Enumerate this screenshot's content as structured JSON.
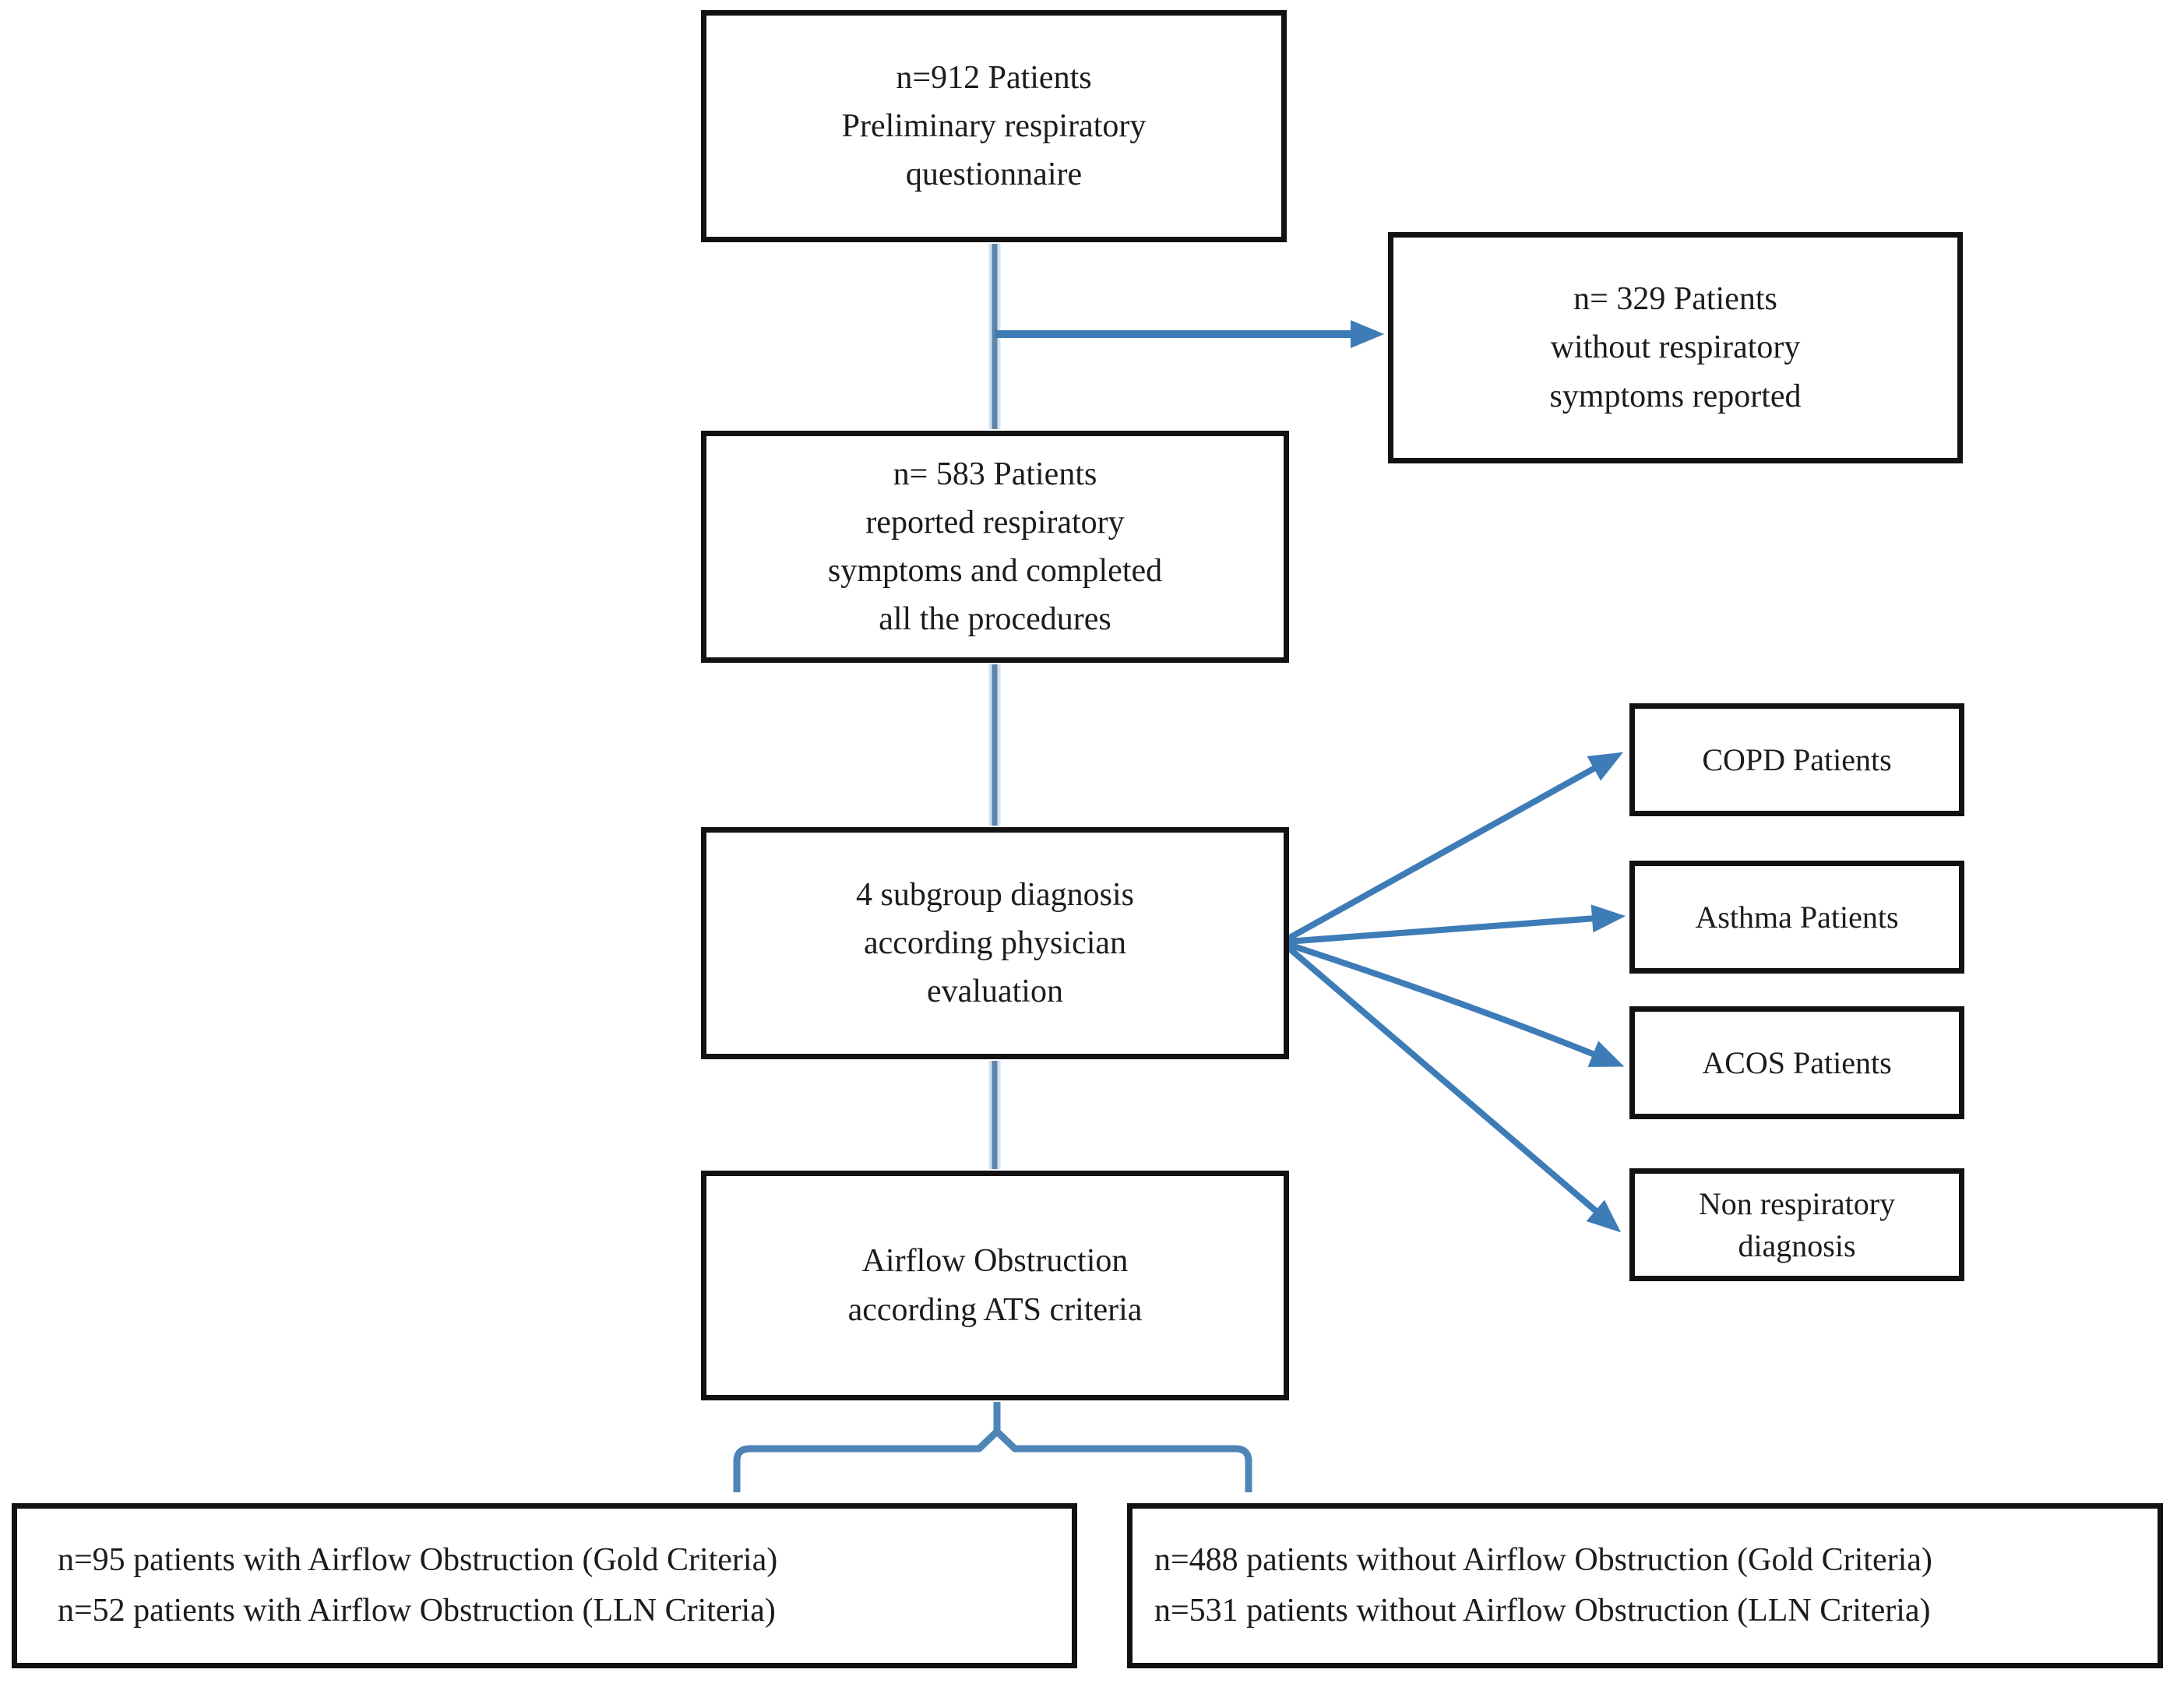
{
  "diagram": {
    "type": "flowchart",
    "background_color": "#ffffff",
    "colors": {
      "box_border": "#121212",
      "text": "#1c1c1c",
      "arrow_blue": "#3e7cb8",
      "plain_line_blue": "#5f86a9",
      "line_halo_blue": "#d3e3f2"
    },
    "nodes": {
      "questionnaire": {
        "text": "n=912 Patients\nPreliminary respiratory\nquestionnaire"
      },
      "no_symptoms": {
        "text": "n= 329 Patients\nwithout respiratory\nsymptoms reported"
      },
      "symptoms_completed": {
        "text": "n= 583 Patients\nreported respiratory\nsymptoms and completed\nall the procedures"
      },
      "subgroup_diagnosis": {
        "text": "4 subgroup diagnosis\naccording physician\nevaluation"
      },
      "copd": {
        "text": "COPD Patients"
      },
      "asthma": {
        "text": "Asthma Patients"
      },
      "acos": {
        "text": "ACOS Patients"
      },
      "non_respiratory": {
        "text": "Non respiratory\ndiagnosis"
      },
      "airflow_ats": {
        "text": "Airflow Obstruction\naccording ATS criteria"
      },
      "with_obstruction": {
        "text": "n=95 patients with Airflow Obstruction (Gold Criteria)\nn=52 patients with Airflow Obstruction (LLN Criteria)"
      },
      "without_obstruction": {
        "text": "n=488 patients without Airflow Obstruction (Gold Criteria)\nn=531 patients without Airflow Obstruction (LLN Criteria)"
      }
    },
    "edges": [
      {
        "from": "questionnaire",
        "to": "symptoms_completed",
        "style": "plain-line"
      },
      {
        "from": "questionnaire",
        "to": "no_symptoms",
        "style": "arrow"
      },
      {
        "from": "symptoms_completed",
        "to": "subgroup_diagnosis",
        "style": "plain-line"
      },
      {
        "from": "subgroup_diagnosis",
        "to": "copd",
        "style": "arrow"
      },
      {
        "from": "subgroup_diagnosis",
        "to": "asthma",
        "style": "arrow"
      },
      {
        "from": "subgroup_diagnosis",
        "to": "acos",
        "style": "arrow"
      },
      {
        "from": "subgroup_diagnosis",
        "to": "non_respiratory",
        "style": "arrow"
      },
      {
        "from": "subgroup_diagnosis",
        "to": "airflow_ats",
        "style": "plain-line"
      },
      {
        "from": "airflow_ats",
        "to": "with_obstruction",
        "style": "bracket"
      },
      {
        "from": "airflow_ats",
        "to": "without_obstruction",
        "style": "bracket"
      }
    ]
  }
}
